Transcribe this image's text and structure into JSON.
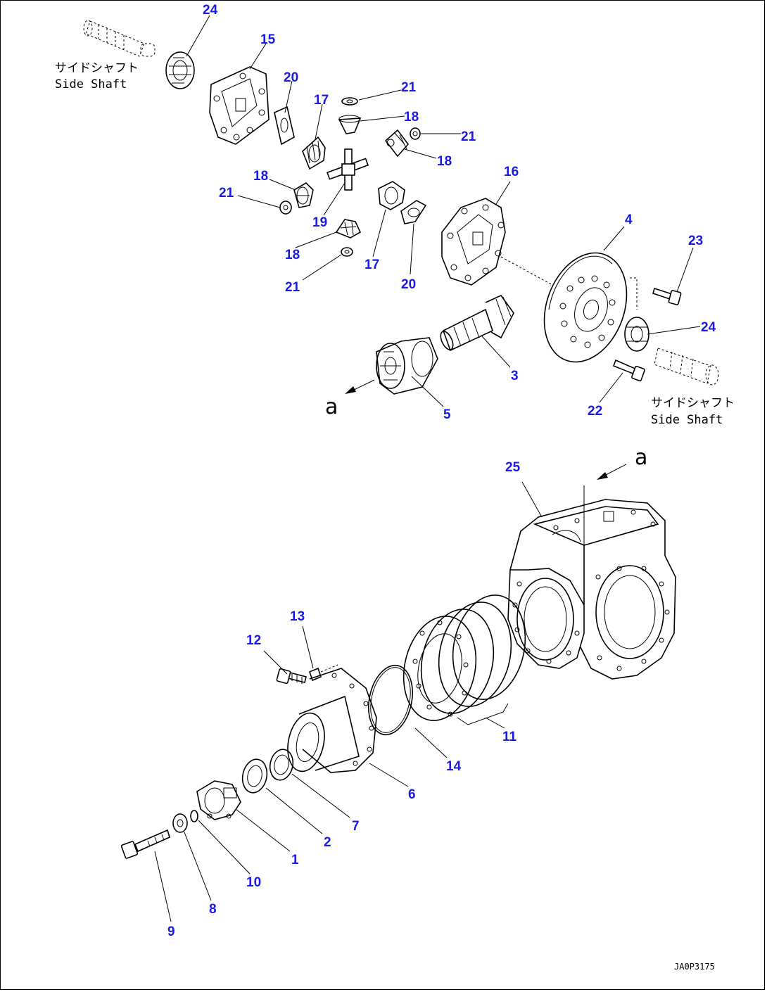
{
  "diagram": {
    "side_shaft_jp": "サイドシャフト",
    "side_shaft_en": "Side Shaft",
    "ref_mark": "a",
    "drawing_code": "JA0P3175",
    "colors": {
      "callout": "#1a1ae6",
      "line": "#000000",
      "background": "#ffffff"
    },
    "callouts": [
      {
        "id": "c24a",
        "text": "24"
      },
      {
        "id": "c15",
        "text": "15"
      },
      {
        "id": "c20a",
        "text": "20"
      },
      {
        "id": "c17a",
        "text": "17"
      },
      {
        "id": "c21a",
        "text": "21"
      },
      {
        "id": "c18a",
        "text": "18"
      },
      {
        "id": "c21b",
        "text": "21"
      },
      {
        "id": "c18b",
        "text": "18"
      },
      {
        "id": "c18c",
        "text": "18"
      },
      {
        "id": "c21c",
        "text": "21"
      },
      {
        "id": "c19",
        "text": "19"
      },
      {
        "id": "c18d",
        "text": "18"
      },
      {
        "id": "c21d",
        "text": "21"
      },
      {
        "id": "c17b",
        "text": "17"
      },
      {
        "id": "c20b",
        "text": "20"
      },
      {
        "id": "c16",
        "text": "16"
      },
      {
        "id": "c4",
        "text": "4"
      },
      {
        "id": "c23",
        "text": "23"
      },
      {
        "id": "c24b",
        "text": "24"
      },
      {
        "id": "c3",
        "text": "3"
      },
      {
        "id": "c5",
        "text": "5"
      },
      {
        "id": "c22",
        "text": "22"
      },
      {
        "id": "c25",
        "text": "25"
      },
      {
        "id": "c13",
        "text": "13"
      },
      {
        "id": "c12",
        "text": "12"
      },
      {
        "id": "c11",
        "text": "11"
      },
      {
        "id": "c14",
        "text": "14"
      },
      {
        "id": "c6",
        "text": "6"
      },
      {
        "id": "c7",
        "text": "7"
      },
      {
        "id": "c2",
        "text": "2"
      },
      {
        "id": "c1",
        "text": "1"
      },
      {
        "id": "c10",
        "text": "10"
      },
      {
        "id": "c8",
        "text": "8"
      },
      {
        "id": "c9",
        "text": "9"
      }
    ]
  }
}
